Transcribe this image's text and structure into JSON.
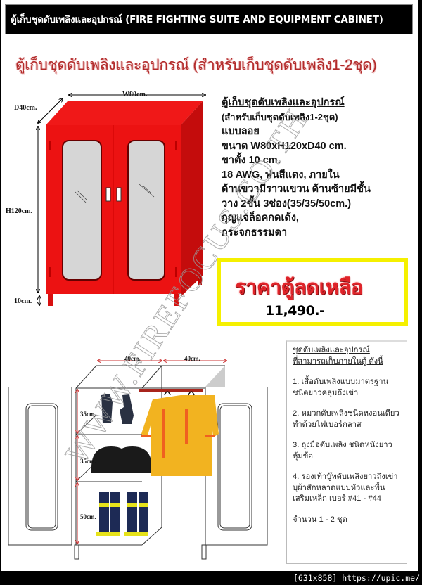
{
  "header": {
    "title": "ตู้เก็บชุดดับเพลิงและอุปกรณ์ (FIRE FIGHTING SUITE AND EQUIPMENT CABINET)"
  },
  "main_title": "ตู้เก็บชุดดับเพลิงและอุปกรณ์ (สำหรับเก็บชุดดับเพลิง1-2ชุด)",
  "cabinet_diagram": {
    "width_label": "W80cm.",
    "depth_label": "D40cm.",
    "height_label": "H120cm.",
    "leg_label": "10cm.",
    "body_color": "#e81414"
  },
  "spec": {
    "title": "ตู้เก็บชุดดับเพลิงและอุปกรณ์",
    "subtitle": "(สำหรับเก็บชุดดับเพลิง1-2ชุด)",
    "lines": [
      "แบบลอย",
      "ขนาด W80xH120xD40 cm.",
      "ขาตั้ง 10 cm.",
      "18 AWG, พ่นสีแดง, ภายใน",
      "ด้านขวามีราวแขวน ด้านซ้ายมีชั้น",
      "วาง 2ชั้น 3ช่อง(35/35/50cm.)",
      "กุญแจล็อคกดเด้ง,",
      "กระจกธรรมดา"
    ]
  },
  "price": {
    "label": "ราคาตู้ลดเหลือ",
    "value": "11,490.-",
    "border_color": "#f5f000",
    "label_color": "#e0242a"
  },
  "interior_diagram": {
    "left_width_label": "40cm.",
    "right_width_label": "40cm.",
    "shelf_labels": [
      "35cm.",
      "35cm.",
      "50cm."
    ],
    "items": [
      "gloves",
      "helmets",
      "boots",
      "fire-suits-on-hangers"
    ]
  },
  "equipment_list": {
    "title_line1": "ชุดดับเพลิงและอุปกรณ์",
    "title_line2": "ที่สามารถเก็บภายในตู้ ดังนี้",
    "items": [
      "1. เสื้อดับเพลิงแบบมาตรฐานชนิดยาวคลุมถึงเข่า",
      "2. หมวกดับเพลิงชนิดหงอนเดียวทำด้วยไฟเบอร์กลาส",
      "3. ถุงมือดับเพลิง ชนิดหนังยาวหุ้มข้อ",
      "4. รองเท้าบู๊ทดับเพลิงยาวถึงเข่า บุผ้าสักหลาดแบบหัวและพื้นเสริมเหล็ก เบอร์ #41 - #44"
    ],
    "quantity": "จำนวน  1 - 2 ชุด"
  },
  "watermark": "WWW.FIREFOCUS.CO.TH",
  "footer_caption": "[631x858] https://upic.me/"
}
